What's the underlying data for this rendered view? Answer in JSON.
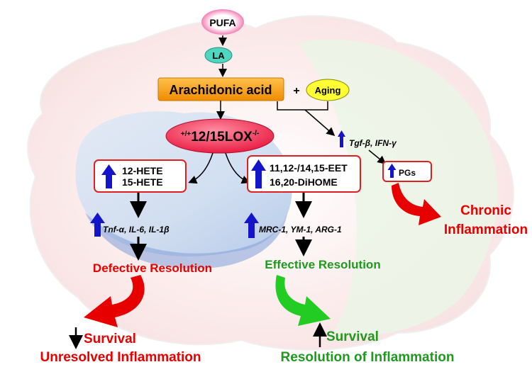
{
  "pufa": "PUFA",
  "la": "LA",
  "arachidonic": "Arachidonic acid",
  "plus": "+",
  "aging": "Aging",
  "lox_prefix": "+/+",
  "lox_main": "12/15LOX",
  "lox_suffix": "-/-",
  "tgf": "Tgf-β,  IFN-γ",
  "pgs": "PGs",
  "hete": {
    "line1": "12-HETE",
    "line2": "15-HETE"
  },
  "eet": {
    "line1": "11,12-/14,15-EET",
    "line2": "16,20-DiHOME"
  },
  "cytokines_left": "Tnf-α, IL-6, IL-1β",
  "markers_right": "MRC-1, YM-1, ARG-1",
  "defective": "Defective Resolution",
  "effective": "Effective Resolution",
  "chronic": {
    "line1": "Chronic",
    "line2": "Inflammation"
  },
  "left_outcome": {
    "survival": "Survival",
    "inflammation": "Unresolved Inflammation"
  },
  "right_outcome": {
    "survival": "Survival",
    "inflammation": "Resolution of Inflammation"
  },
  "colors": {
    "red": "#e60000",
    "green": "#1f9a1f",
    "blue": "#1414c8",
    "teal": "#4fd6c0",
    "orange": "#f5a623",
    "yellow": "#ffff33",
    "pink": "#f7a8c8"
  }
}
